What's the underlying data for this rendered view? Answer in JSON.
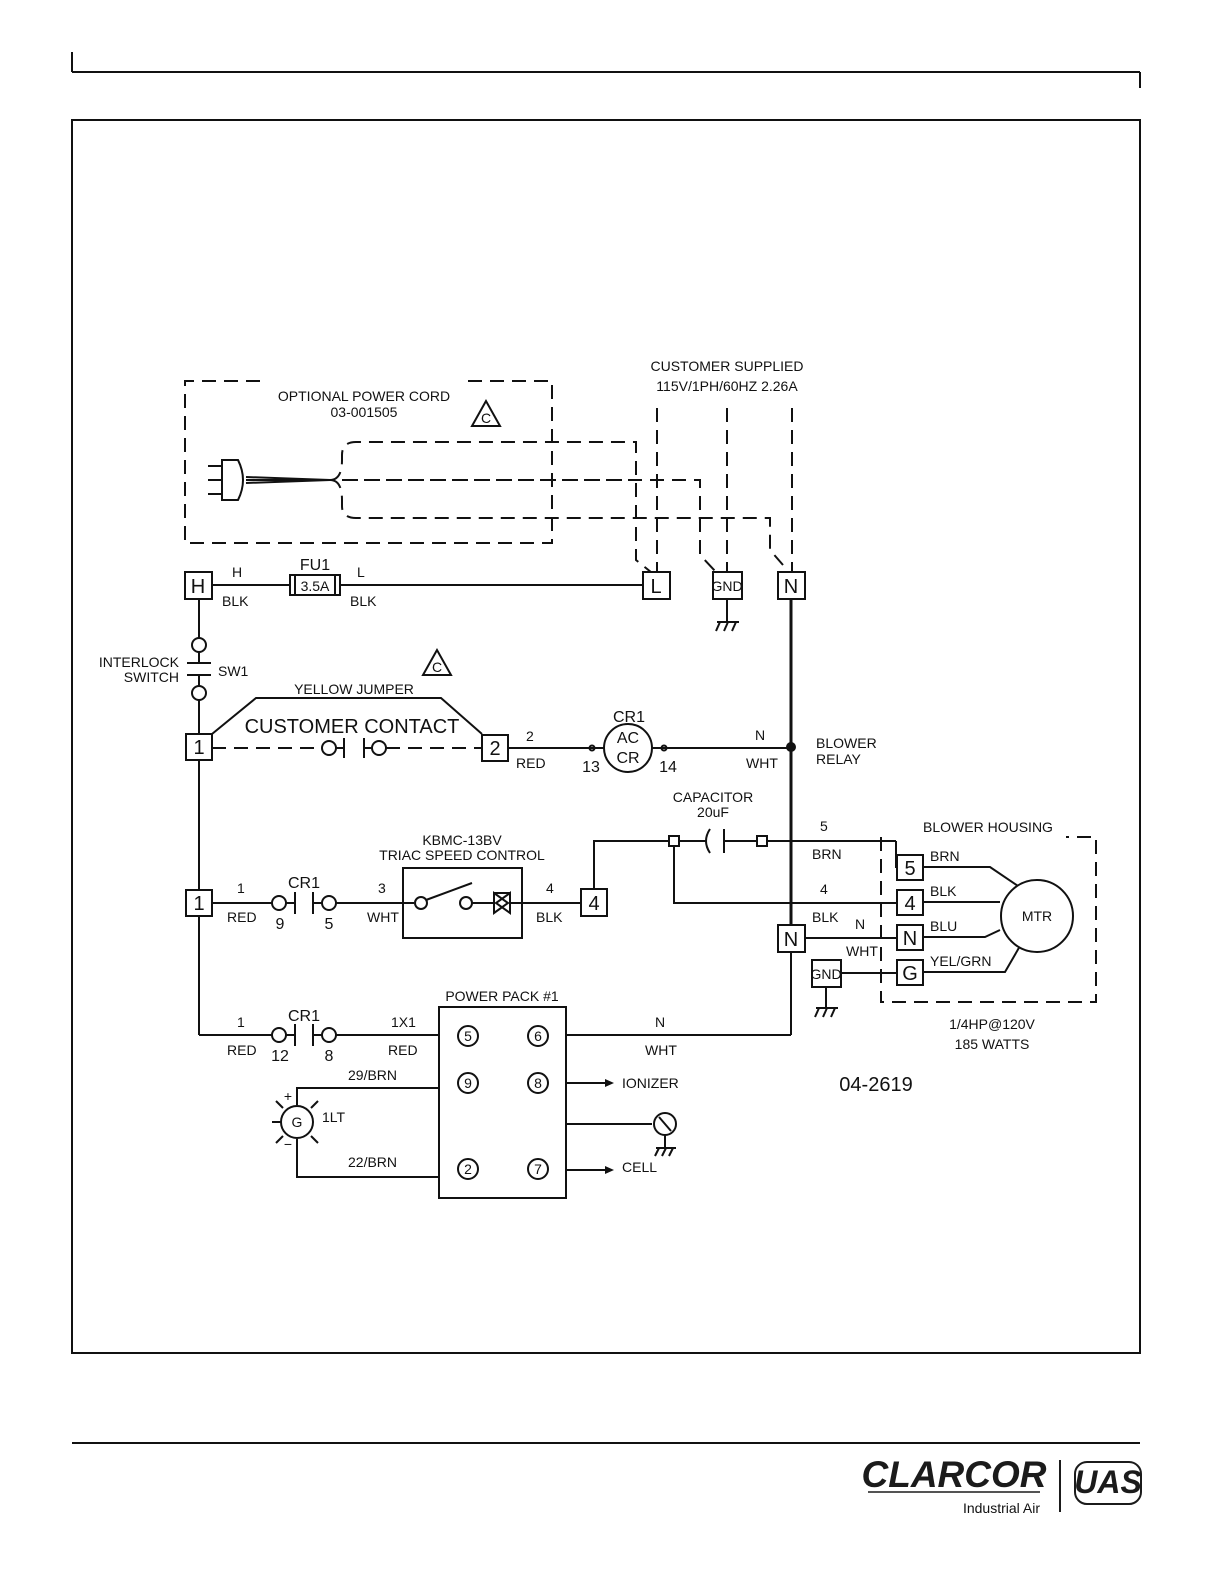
{
  "power_cord": {
    "title": "OPTIONAL POWER CORD",
    "part_number": "03-001505",
    "revision": "C"
  },
  "supply": {
    "line1": "CUSTOMER SUPPLIED",
    "line2": "115V/1PH/60HZ 2.26A"
  },
  "terminals": {
    "h": "H",
    "l": "L",
    "gnd": "GND",
    "n": "N",
    "t1": "1",
    "t2": "2",
    "t4": "4",
    "n2": "N",
    "gnd2": "GND"
  },
  "fuse": {
    "name": "FU1",
    "rating": "3.5A"
  },
  "wires": {
    "h": "H",
    "blk": "BLK",
    "l": "L",
    "blk2": "BLK",
    "w2": "2",
    "red": "RED",
    "n1": "N",
    "wht1": "WHT",
    "w1": "1",
    "red2": "RED",
    "w3": "3",
    "wht2": "WHT",
    "w4": "4",
    "blk3": "BLK",
    "w5": "5",
    "brn": "BRN",
    "w4b": "4",
    "blk4": "BLK",
    "n2": "N",
    "wht3": "WHT",
    "w1c": "1",
    "red3": "RED",
    "w1x1": "1X1",
    "red4": "RED",
    "n3": "N",
    "wht4": "WHT",
    "brn29": "29/BRN",
    "brn22": "22/BRN"
  },
  "interlock": {
    "line1": "INTERLOCK",
    "line2": "SWITCH",
    "name": "SW1",
    "revision": "C"
  },
  "jumper": {
    "yellow": "YELLOW JUMPER",
    "customer_contact": "CUSTOMER CONTACT"
  },
  "relay": {
    "name": "CR1",
    "ac": "AC",
    "cr": "CR",
    "p13": "13",
    "p14": "14",
    "blower1": "BLOWER",
    "blower2": "RELAY"
  },
  "contacts": {
    "cr1a": "CR1",
    "a9": "9",
    "a5": "5",
    "cr1b": "CR1",
    "b12": "12",
    "b8": "8"
  },
  "speed_control": {
    "line1": "KBMC-13BV",
    "line2": "TRIAC SPEED CONTROL"
  },
  "capacitor": {
    "line1": "CAPACITOR",
    "line2": "20uF"
  },
  "blower_housing": {
    "title": "BLOWER HOUSING",
    "t5": "5",
    "t4": "4",
    "tn": "N",
    "tg": "G",
    "c1": "BRN",
    "c2": "BLK",
    "c3": "BLU",
    "c4": "YEL/GRN",
    "motor": "MTR",
    "rating1": "1/4HP@120V",
    "rating2": "185 WATTS"
  },
  "power_pack": {
    "title": "POWER PACK #1",
    "p5": "5",
    "p6": "6",
    "p9": "9",
    "p8": "8",
    "p2": "2",
    "p7": "7",
    "ionizer": "IONIZER",
    "cell": "CELL"
  },
  "light": {
    "symbol": "G",
    "name": "1LT",
    "plus": "+",
    "minus": "−"
  },
  "drawing_number": "04-2619",
  "footer": {
    "brand": "CLARCOR",
    "tagline": "Industrial Air",
    "logo2": "UAS"
  }
}
